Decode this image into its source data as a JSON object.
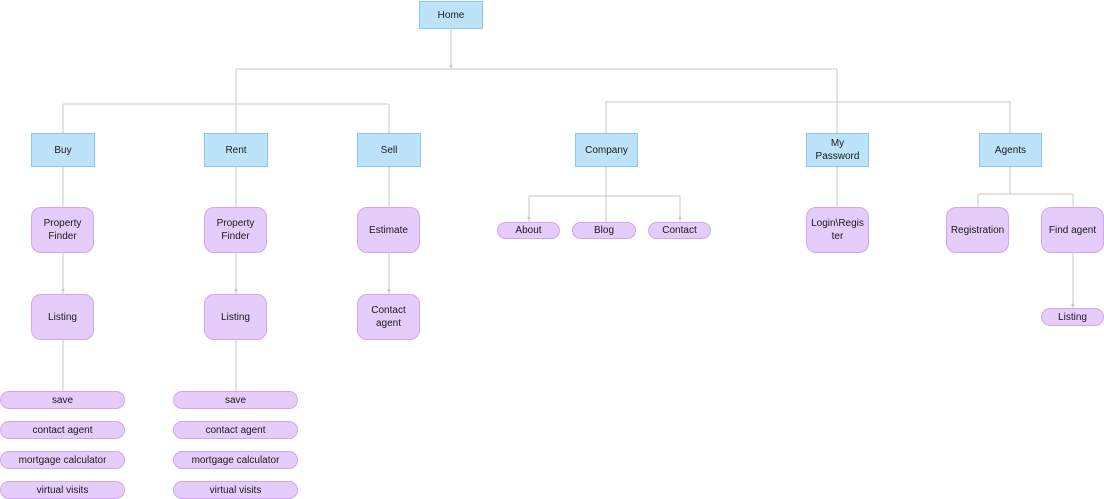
{
  "diagram": {
    "root": {
      "label": "Home"
    },
    "sections": {
      "buy": {
        "label": "Buy",
        "property_finder": "Property Finder",
        "listing": "Listing",
        "actions": [
          "save",
          "contact agent",
          "mortgage calculator",
          "virtual visits"
        ]
      },
      "rent": {
        "label": "Rent",
        "property_finder": "Property Finder",
        "listing": "Listing",
        "actions": [
          "save",
          "contact agent",
          "mortgage calculator",
          "virtual visits"
        ]
      },
      "sell": {
        "label": "Sell",
        "estimate": "Estimate",
        "contact_agent": "Contact agent"
      },
      "company": {
        "label": "Company",
        "children": [
          "About",
          "Blog",
          "Contact"
        ]
      },
      "password": {
        "label": "My Password",
        "login": "Login\\Register"
      },
      "agents": {
        "label": "Agents",
        "registration": "Registration",
        "find_agent": "Find agent",
        "listing": "Listing"
      }
    },
    "colors": {
      "top_fill": "#bde3fb",
      "top_border": "#8cc7ee",
      "leaf_fill": "#e6ccfa",
      "leaf_border": "#cfa8ee",
      "connector": "#c8c8c8"
    }
  }
}
